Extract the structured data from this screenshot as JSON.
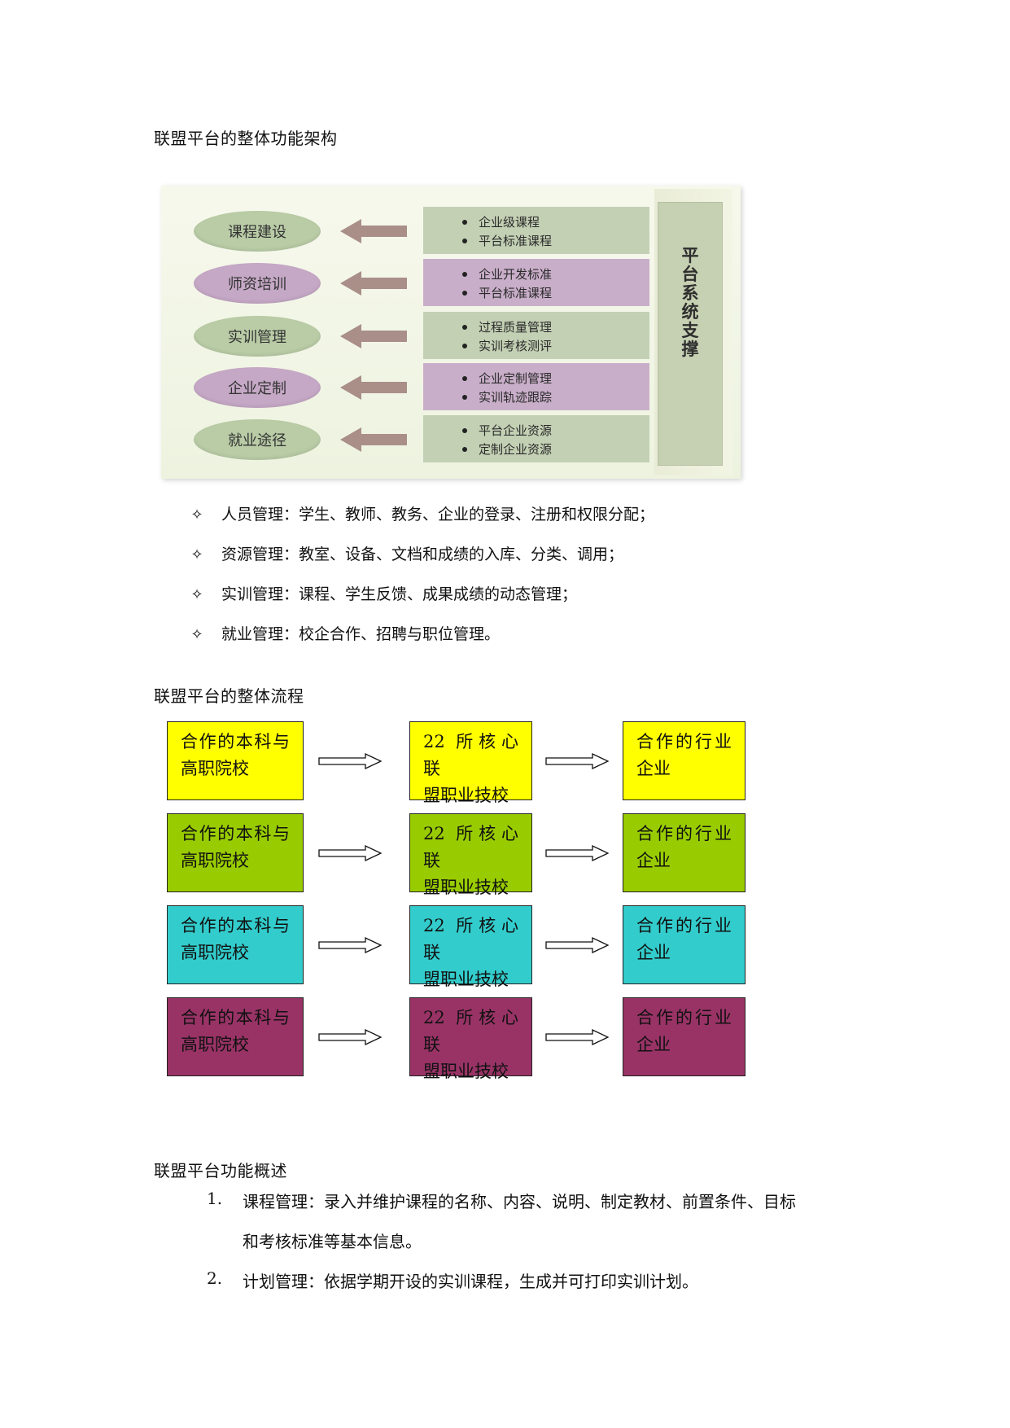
{
  "headings": {
    "architecture": "联盟平台的整体功能架构",
    "flow": "联盟平台的整体流程",
    "overview": "联盟平台功能概述"
  },
  "architecture": {
    "side_label": "平台系统支撑",
    "rows": [
      {
        "module": "课程建设",
        "items": [
          "企业级课程",
          "平台标准课程"
        ],
        "color": "green"
      },
      {
        "module": "师资培训",
        "items": [
          "企业开发标准",
          "平台标准课程"
        ],
        "color": "purple"
      },
      {
        "module": "实训管理",
        "items": [
          "过程质量管理",
          "实训考核测评"
        ],
        "color": "green"
      },
      {
        "module": "企业定制",
        "items": [
          "企业定制管理",
          "实训轨迹跟踪"
        ],
        "color": "purple"
      },
      {
        "module": "就业途径",
        "items": [
          "平台企业资源",
          "定制企业资源"
        ],
        "color": "green"
      }
    ]
  },
  "bullets": {
    "symbol": "✧",
    "items": [
      "人员管理：学生、教师、教务、企业的登录、注册和权限分配；",
      "资源管理：教室、设备、文档和成绩的入库、分类、调用；",
      "实训管理：课程、学生反馈、成果成绩的动态管理；",
      "就业管理：校企合作、招聘与职位管理。"
    ]
  },
  "flow": {
    "colors": [
      "#ffff00",
      "#99cc00",
      "#33cccc",
      "#993366"
    ],
    "boxes": [
      {
        "line1": "合作的本科与",
        "line2": "高职院校"
      },
      {
        "line1": "22 所核心联",
        "line2": "盟职业技校"
      },
      {
        "line1": "合作的行业",
        "line2": "企业"
      }
    ]
  },
  "overview": {
    "items": [
      {
        "num": "1.",
        "line1": "课程管理：录入并维护课程的名称、内容、说明、制定教材、前置条件、目标",
        "line2": "和考核标准等基本信息。"
      },
      {
        "num": "2.",
        "line1": "计划管理：依据学期开设的实训课程，生成并可打印实训计划。",
        "line2": ""
      }
    ]
  }
}
